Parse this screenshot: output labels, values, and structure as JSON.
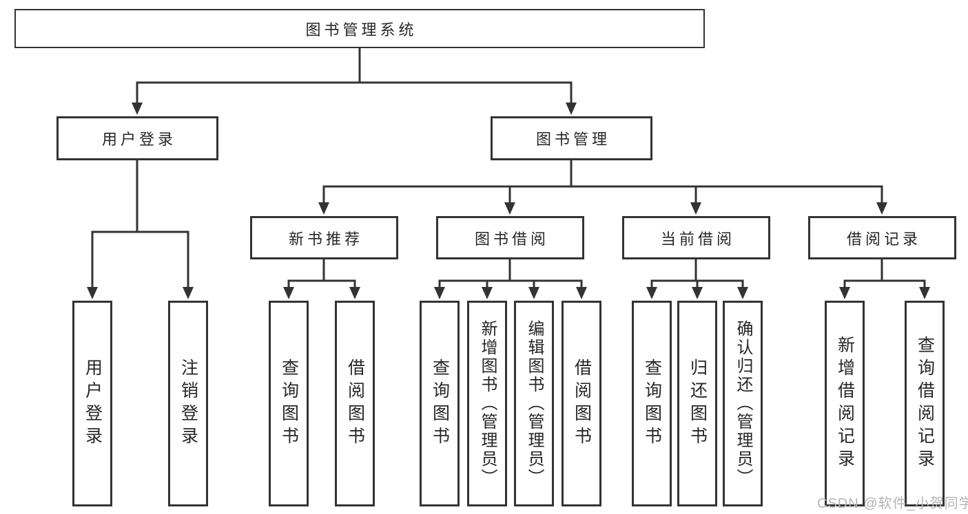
{
  "colors": {
    "background": "#ffffff",
    "line": "#333333",
    "text": "#262626",
    "watermark": "#b5b5b5"
  },
  "tree": {
    "root": {
      "label": "图书管理系统",
      "children": [
        {
          "label": "用户登录",
          "children": [
            {
              "label": "用户登录"
            },
            {
              "label": "注销登录"
            }
          ]
        },
        {
          "label": "图书管理",
          "children": [
            {
              "label": "新书推荐",
              "children": [
                {
                  "label": "查询图书"
                },
                {
                  "label": "借阅图书"
                }
              ]
            },
            {
              "label": "图书借阅",
              "children": [
                {
                  "label": "查询图书"
                },
                {
                  "label": "新增图书（管理员）"
                },
                {
                  "label": "编辑图书（管理员）"
                },
                {
                  "label": "借阅图书"
                }
              ]
            },
            {
              "label": "当前借阅",
              "children": [
                {
                  "label": "查询图书"
                },
                {
                  "label": "归还图书"
                },
                {
                  "label": "确认归还（管理员）"
                }
              ]
            },
            {
              "label": "借阅记录",
              "children": [
                {
                  "label": "新增借阅记录"
                },
                {
                  "label": "查询借阅记录"
                }
              ]
            }
          ]
        }
      ]
    }
  },
  "watermark": {
    "label": "CSDN @软件_小贺同学"
  }
}
